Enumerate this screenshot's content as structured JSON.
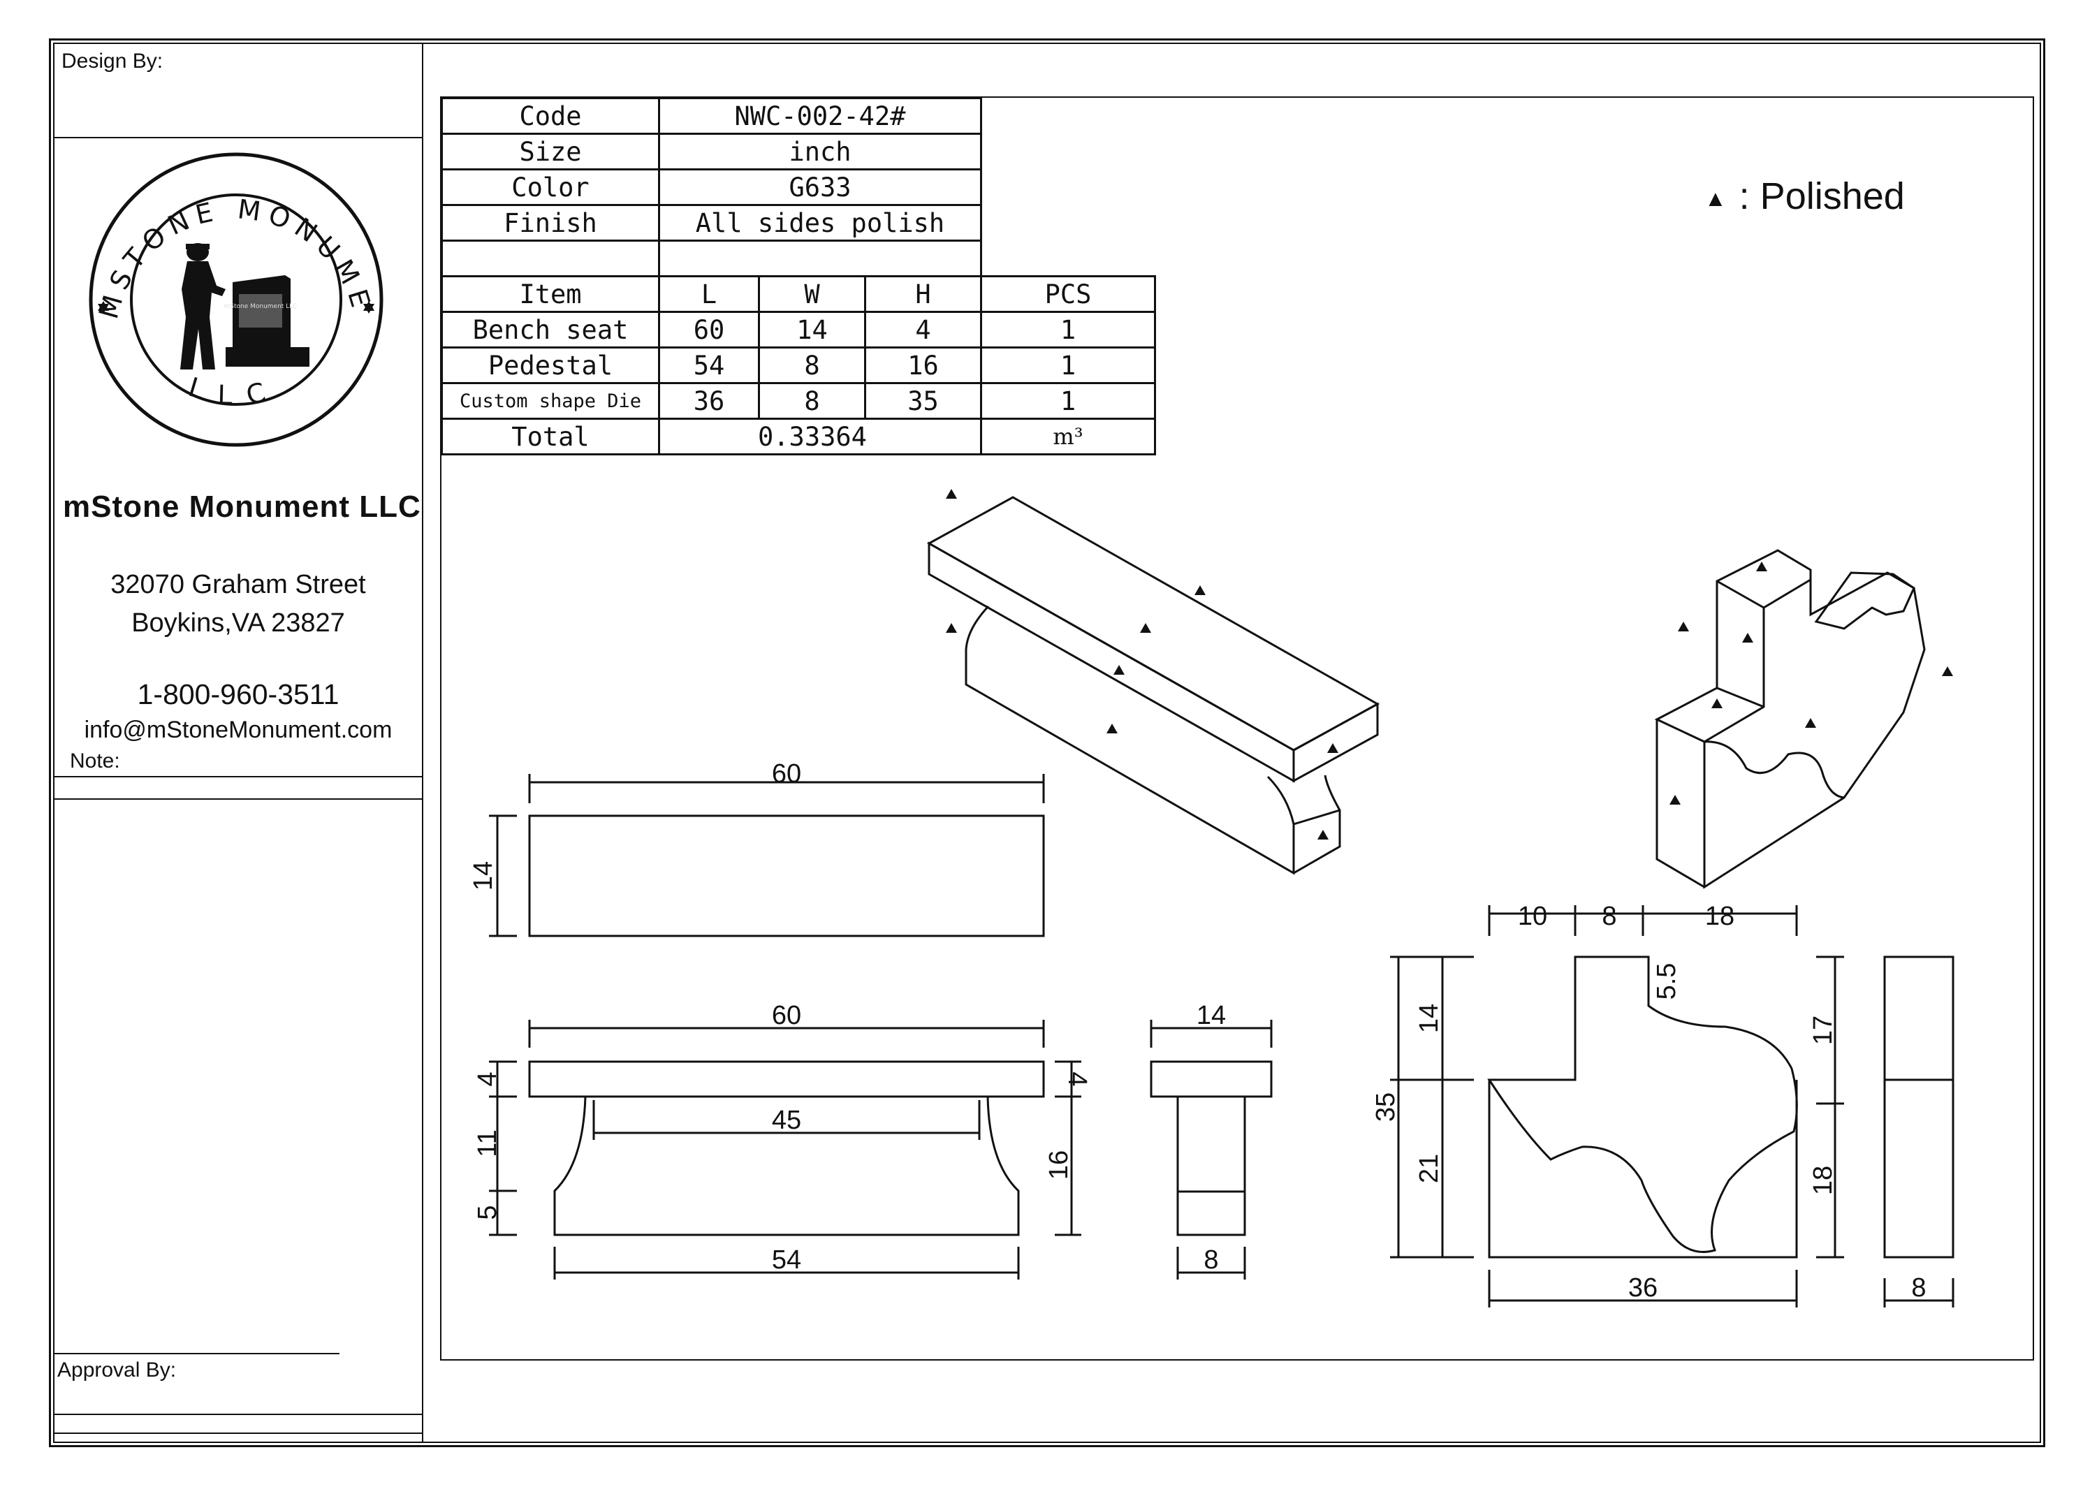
{
  "sidebar": {
    "design_by": "Design By:",
    "company": "mStone Monument LLC",
    "address_line1": "32070 Graham Street",
    "address_line2": "Boykins,VA 23827",
    "phone": "1-800-960-3511",
    "email": "info@mStoneMonument.com",
    "note": "Note:",
    "approval_by": "Approval By:",
    "logo": {
      "ring_text": "MSTONE MONUMENT",
      "bottom_text": "LLC",
      "stone_text": "mStone Monument LLC"
    }
  },
  "spec": {
    "code_label": "Code",
    "code_value": "NWC-002-42#",
    "size_label": "Size",
    "size_value": "inch",
    "color_label": "Color",
    "color_value": "G633",
    "finish_label": "Finish",
    "finish_value": "All sides polish",
    "headers": [
      "Item",
      "L",
      "W",
      "H",
      "PCS"
    ],
    "rows": [
      [
        "Bench seat",
        "60",
        "14",
        "4",
        "1"
      ],
      [
        "Pedestal",
        "54",
        "8",
        "16",
        "1"
      ],
      [
        "Custom shape Die",
        "36",
        "8",
        "35",
        "1"
      ]
    ],
    "total_label": "Total",
    "total_value": "0.33364",
    "total_unit": "m³"
  },
  "legend": {
    "symbol": "▲",
    "text": ": Polished"
  },
  "dims": {
    "top_view_len": "60",
    "top_view_width": "14",
    "front_len": "60",
    "front_inner": "45",
    "front_base": "54",
    "front_seat_h": "4",
    "front_seat_h_right": "4",
    "front_mid": "11",
    "front_low": "5",
    "front_ped_h": "16",
    "side_w": "14",
    "side_base": "8",
    "die_top_a": "10",
    "die_top_b": "8",
    "die_top_c": "18",
    "die_notch": "5.5",
    "die_h_total": "35",
    "die_h_upper": "14",
    "die_h_lower": "21",
    "die_r_upper": "17",
    "die_r_lower": "18",
    "die_len": "36",
    "die_side_w": "8"
  }
}
